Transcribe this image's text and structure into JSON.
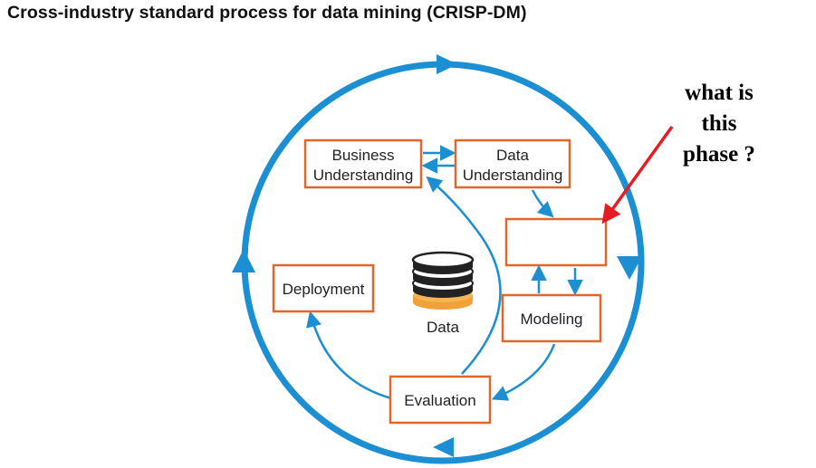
{
  "title": "Cross-industry standard process for data mining (CRISP-DM)",
  "phases": {
    "business_understanding": [
      "Business",
      "Understanding"
    ],
    "data_understanding": [
      "Data",
      "Understanding"
    ],
    "data_preparation": [],
    "modeling": "Modeling",
    "evaluation": "Evaluation",
    "deployment": "Deployment"
  },
  "center_label": "Data",
  "annotation": {
    "lines": [
      "what is",
      "this",
      "phase ?"
    ]
  },
  "colors": {
    "cycle_blue": "#1b8fd2",
    "box_border": "#e0662a",
    "annotation_arrow": "#e51c23",
    "db_dark": "#222222",
    "db_orange": "#f0a13a"
  }
}
